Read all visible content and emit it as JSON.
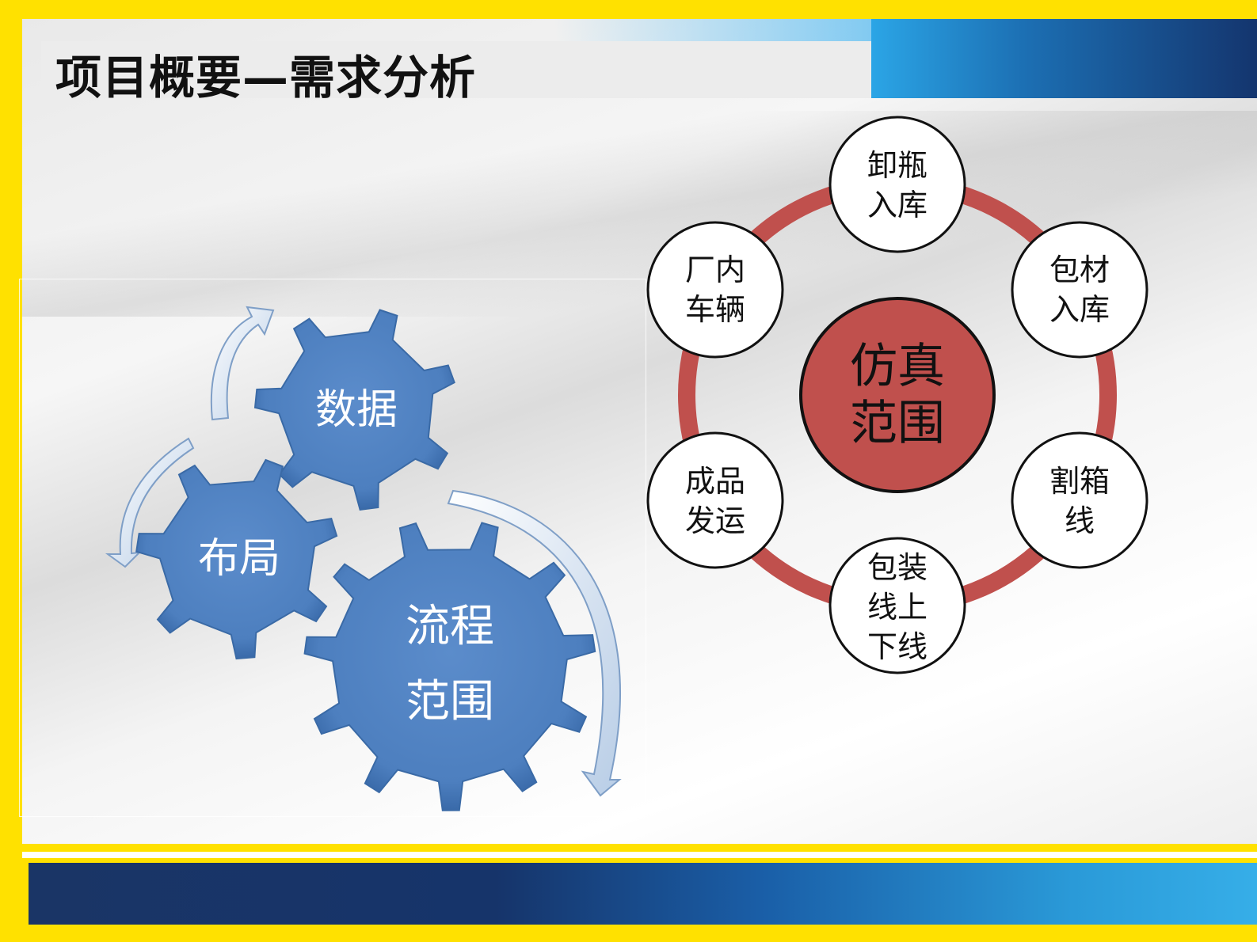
{
  "slide": {
    "title": "项目概要—需求分析"
  },
  "gears": {
    "data_gear": "数据",
    "layout_gear": "布局",
    "process_gear_line1": "流程",
    "process_gear_line2": "范围"
  },
  "cycle": {
    "center_line1": "仿真",
    "center_line2": "范围",
    "nodes": [
      {
        "line1": "卸瓶",
        "line2": "入库",
        "line3": ""
      },
      {
        "line1": "包材",
        "line2": "入库",
        "line3": ""
      },
      {
        "line1": "割箱",
        "line2": "线",
        "line3": ""
      },
      {
        "line1": "包装",
        "line2": "线上",
        "line3": "下线"
      },
      {
        "line1": "成品",
        "line2": "发运",
        "line3": ""
      },
      {
        "line1": "厂内",
        "line2": "车辆",
        "line3": ""
      }
    ]
  },
  "colors": {
    "gear_blue": "#4f81bd",
    "cycle_red": "#c0504d",
    "frame_yellow": "#ffe100",
    "band_navy": "#14356e"
  }
}
